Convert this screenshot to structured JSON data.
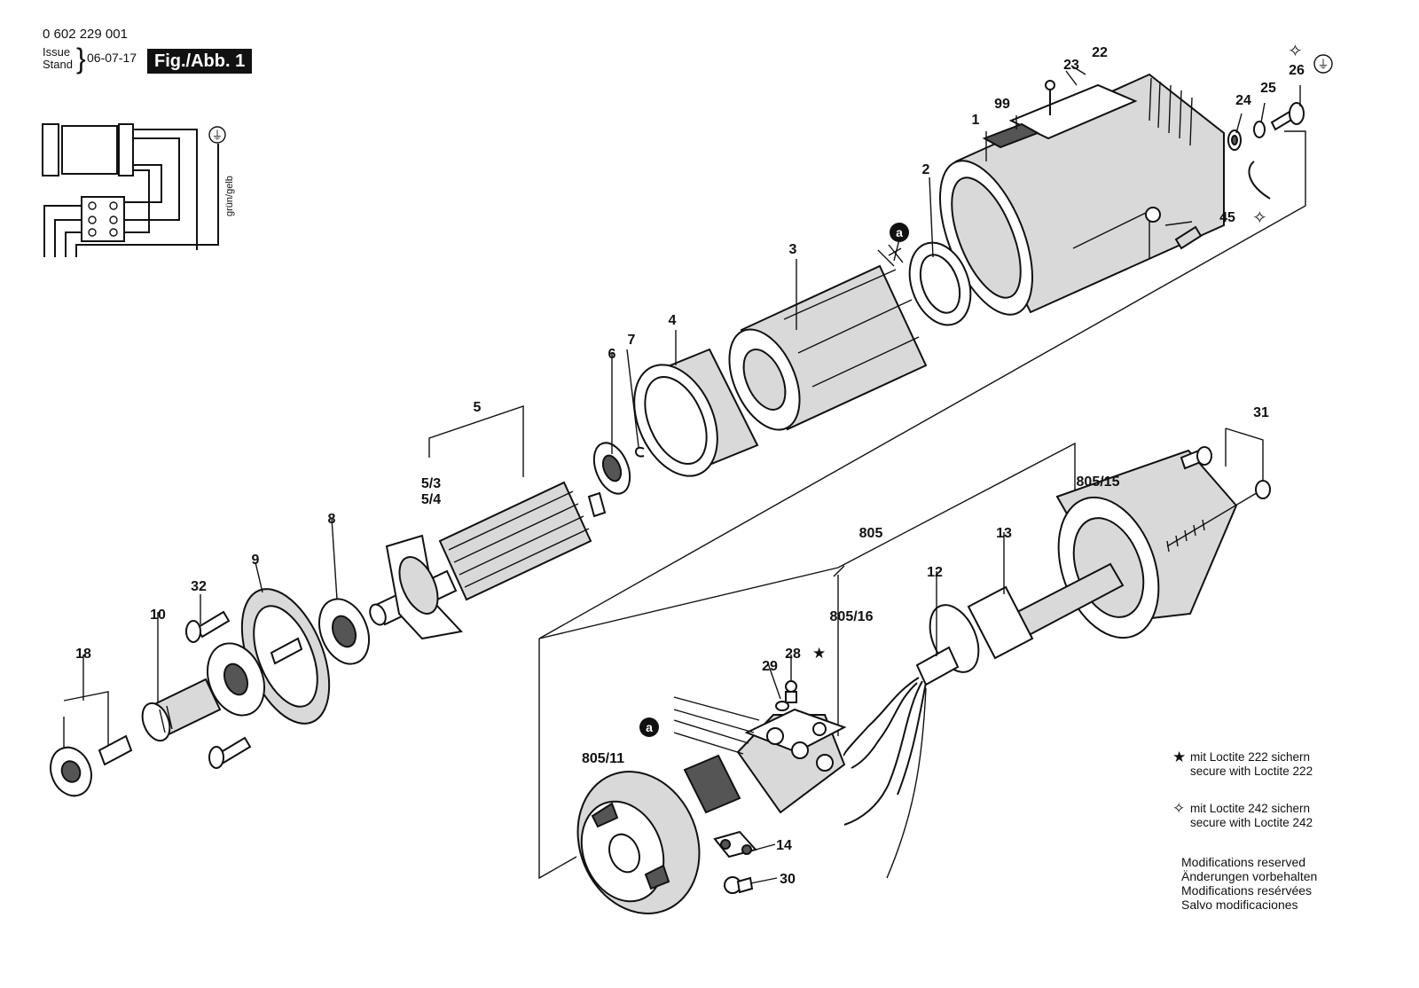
{
  "header": {
    "doc_number": "0 602 229 001",
    "issue_label": "Issue",
    "stand_label": "Stand",
    "brace": "}",
    "date": "06-07-17",
    "figure_label": "Fig./Abb. 1"
  },
  "wiring": {
    "wire_label": "grün/gelb",
    "ground_symbol": "⏚"
  },
  "part_labels": {
    "p1": "1",
    "p2": "2",
    "p3": "3",
    "p4": "4",
    "p5": "5",
    "p5_3": "5/3",
    "p5_4": "5/4",
    "p6": "6",
    "p7": "7",
    "p8": "8",
    "p9": "9",
    "p10": "10",
    "p12": "12",
    "p13": "13",
    "p14": "14",
    "p18": "18",
    "p22": "22",
    "p23": "23",
    "p24": "24",
    "p25": "25",
    "p26": "26",
    "p28": "28",
    "p29": "29",
    "p30": "30",
    "p31": "31",
    "p32": "32",
    "p45": "45",
    "p99": "99",
    "p805": "805",
    "p805_11": "805/11",
    "p805_15": "805/15",
    "p805_16": "805/16",
    "marker_a": "a"
  },
  "legend": {
    "star_symbol": "★",
    "star_line1": "mit Loctite 222 sichern",
    "star_line2": "secure with Loctite 222",
    "cross_symbol": "✧",
    "cross_line1": "mit Loctite 242 sichern",
    "cross_line2": "secure with Loctite 242"
  },
  "modifications": [
    "Modifications reserved",
    "Änderungen vorbehalten",
    "Modifications resérvées",
    "Salvo modificaciones"
  ]
}
